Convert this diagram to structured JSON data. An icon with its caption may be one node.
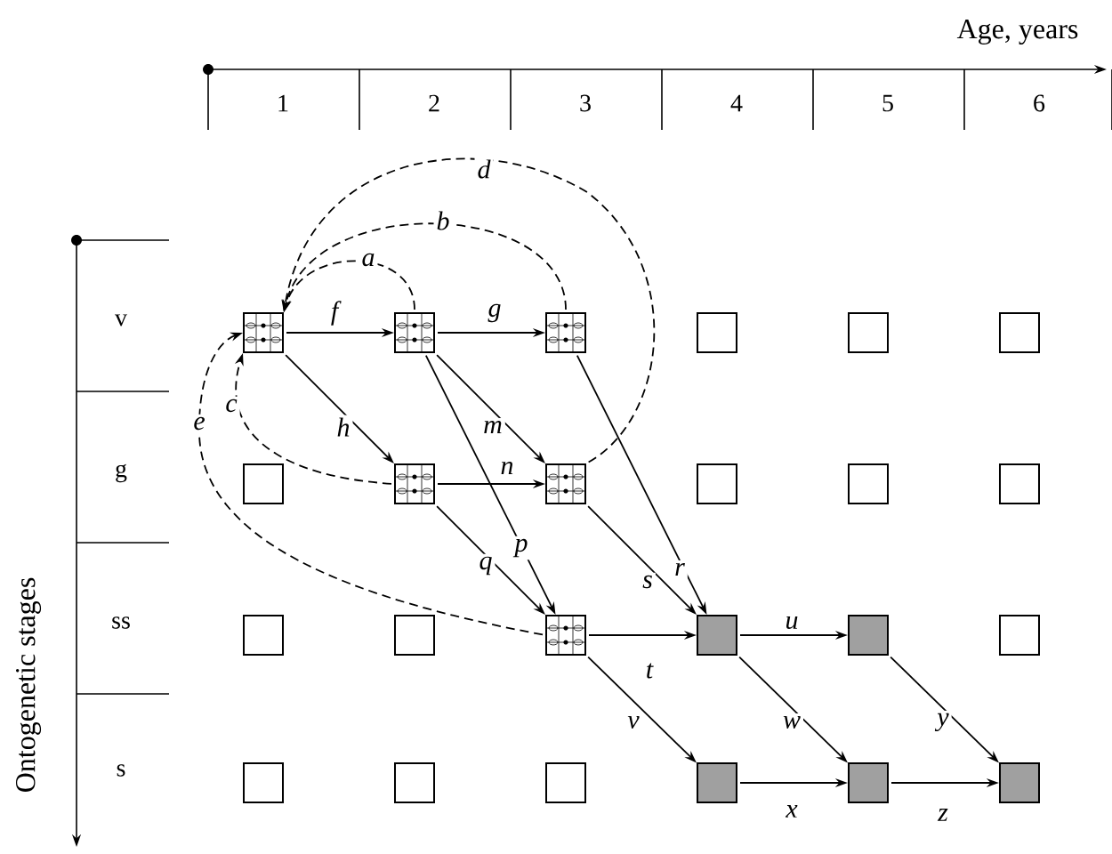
{
  "diagram": {
    "nodes": [
      {
        "text": [],
        "shape": "grid"
      },
      {
        "text": [],
        "shape": "grid"
      },
      {
        "text": [],
        "shape": "grid"
      },
      {
        "text": [],
        "shape": "box"
      },
      {
        "text": [],
        "shape": "box"
      },
      {
        "text": [],
        "shape": "box"
      },
      {
        "text": [],
        "shape": "box"
      },
      {
        "text": [],
        "shape": "grid"
      },
      {
        "text": [],
        "shape": "grid"
      },
      {
        "text": [],
        "shape": "box"
      },
      {
        "text": [],
        "shape": "box"
      },
      {
        "text": [],
        "shape": "box"
      },
      {
        "text": [],
        "shape": "box"
      },
      {
        "text": [],
        "shape": "box"
      },
      {
        "text": [],
        "shape": "grid"
      },
      {
        "text": [],
        "shape": "block"
      },
      {
        "text": [],
        "shape": "block"
      },
      {
        "text": [],
        "shape": "box"
      },
      {
        "text": [],
        "shape": "box"
      },
      {
        "text": [],
        "shape": "box"
      },
      {
        "text": [],
        "shape": "box"
      },
      {
        "text": [],
        "shape": "block"
      },
      {
        "text": [],
        "shape": "block"
      },
      {
        "text": [],
        "shape": "block"
      }
    ],
    "edges": [
      {
        "from": 1,
        "to": 0,
        "arrow": "to",
        "label": "a",
        "style": "dashed"
      },
      {
        "from": 2,
        "to": 0,
        "arrow": "to",
        "label": "b",
        "style": "dashed"
      },
      {
        "from": 7,
        "to": 0,
        "arrow": "to",
        "label": "c",
        "style": "dashed"
      },
      {
        "from": 8,
        "to": 0,
        "arrow": "to",
        "label": "d",
        "style": "dashed"
      },
      {
        "from": 14,
        "to": 0,
        "arrow": "to",
        "label": "e",
        "style": "dashed"
      },
      {
        "from": 0,
        "to": 1,
        "arrow": "to",
        "label": "f"
      },
      {
        "from": 1,
        "to": 2,
        "arrow": "to",
        "label": "g"
      },
      {
        "from": 0,
        "to": 7,
        "arrow": "to",
        "label": "h"
      },
      {
        "from": 1,
        "to": 8,
        "arrow": "to",
        "label": "m"
      },
      {
        "from": 7,
        "to": 8,
        "arrow": "to",
        "label": "n"
      },
      {
        "from": 1,
        "to": 14,
        "arrow": "to",
        "label": "p"
      },
      {
        "from": 7,
        "to": 14,
        "arrow": "to",
        "label": "q"
      },
      {
        "from": 2,
        "to": 15,
        "arrow": "to",
        "label": "r"
      },
      {
        "from": 8,
        "to": 15,
        "arrow": "to",
        "label": "s"
      },
      {
        "from": 14,
        "to": 15,
        "arrow": "to",
        "label": "t"
      },
      {
        "from": 15,
        "to": 16,
        "arrow": "to",
        "label": "u"
      },
      {
        "from": 14,
        "to": 21,
        "arrow": "to",
        "label": "v"
      },
      {
        "from": 15,
        "to": 22,
        "arrow": "to",
        "label": "w"
      },
      {
        "from": 21,
        "to": 22,
        "arrow": "to",
        "label": "x"
      },
      {
        "from": 16,
        "to": 23,
        "arrow": "to",
        "label": "y"
      },
      {
        "from": 22,
        "to": 23,
        "arrow": "to",
        "label": "z"
      }
    ],
    "labels": [
      "Age, years",
      "1",
      "2",
      "3",
      "4",
      "5",
      "6",
      "Ontogenetic stages",
      "v",
      "g",
      "ss",
      "s"
    ]
  }
}
